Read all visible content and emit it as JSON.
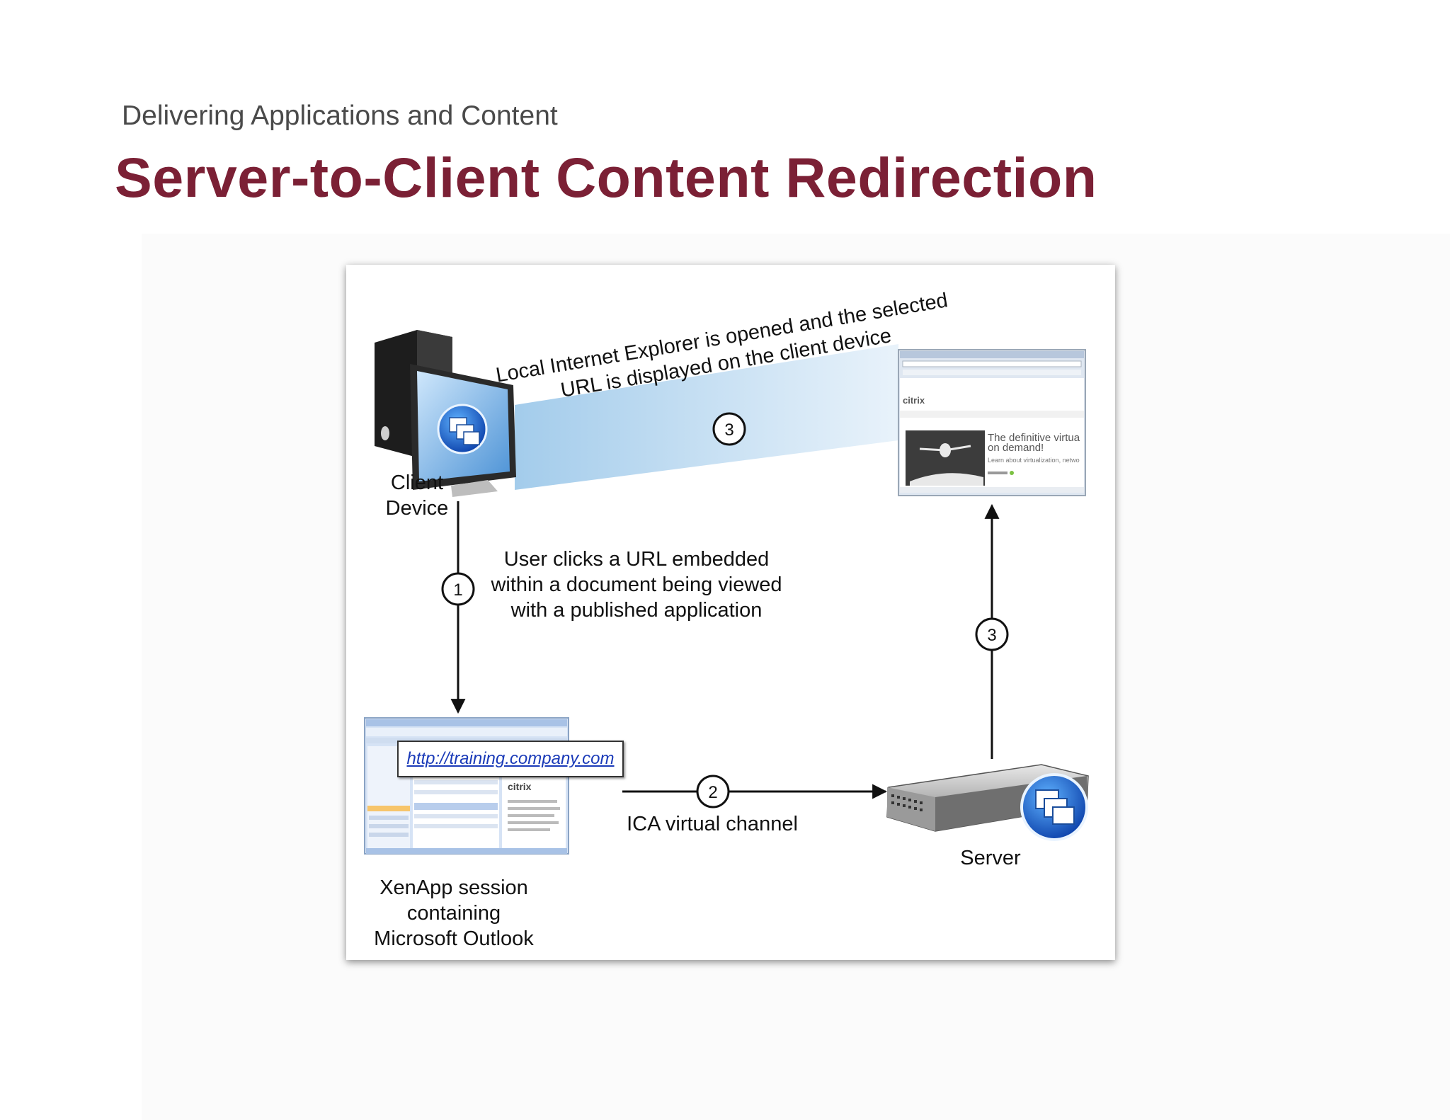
{
  "header": {
    "subtitle": "Delivering Applications and Content",
    "title": "Server-to-Client Content Redirection"
  },
  "diagram": {
    "client_device_label": "Client\nDevice",
    "server_label": "Server",
    "session_label": "XenApp session\ncontaining\nMicrosoft Outlook",
    "step1_text": "User clicks a URL embedded\nwithin a document being viewed\nwith a published application",
    "step2_text": "ICA virtual channel",
    "step3_text_line1": "Local Internet Explorer is opened and the selected",
    "step3_text_line2": "URL is displayed on the client device",
    "url": "http://training.company.com",
    "steps": [
      "1",
      "2",
      "3",
      "3"
    ],
    "browser_ad_line1": "The definitive virtua",
    "browser_ad_line2": "on demand!",
    "browser_ad_line3": "Learn about virtualization, netwo",
    "brand": "citrix"
  },
  "colors": {
    "title": "#7b2035",
    "subtitle": "#4a4a4a",
    "link": "#1a3ab8",
    "beam": "#cfe4f3"
  }
}
